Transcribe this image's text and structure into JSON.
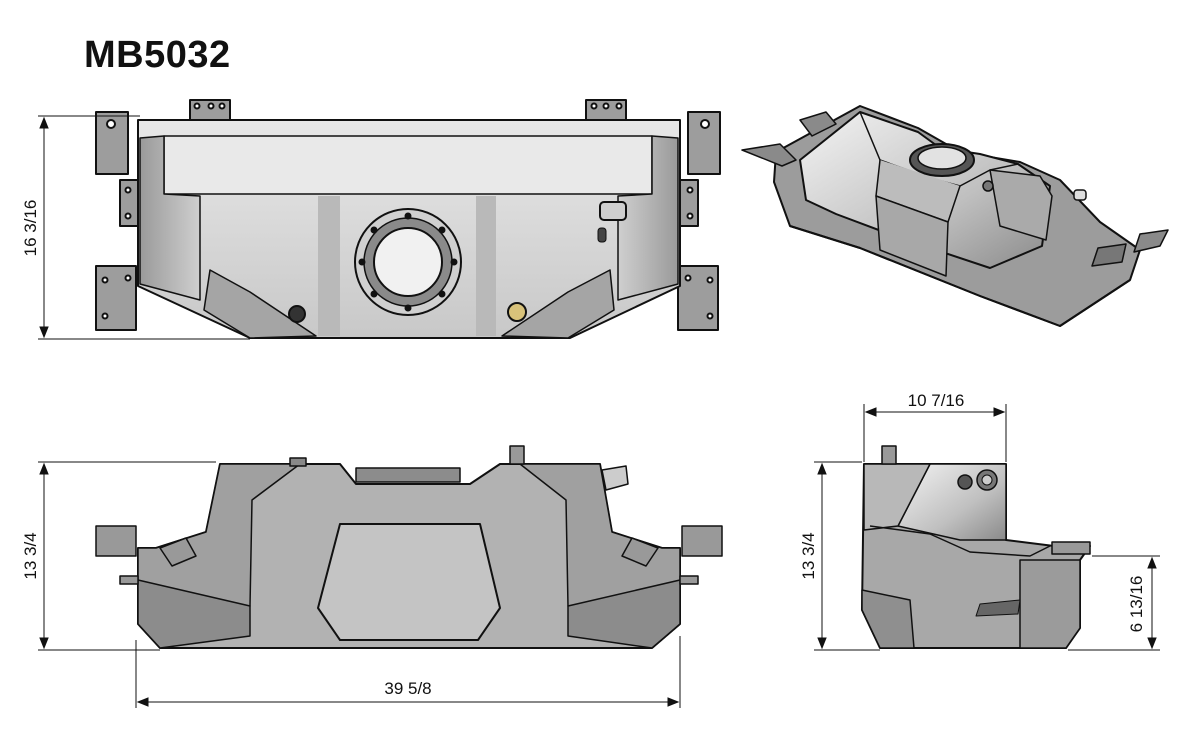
{
  "part_number": "MB5032",
  "dimensions": {
    "top_view_height": "16 3/16",
    "front_view_height": "13 3/4",
    "overall_width": "39 5/8",
    "side_view_depth": "10 7/16",
    "side_view_height": "13 3/4",
    "side_view_step_height": "6 13/16"
  },
  "colors": {
    "steel_light": "#dcdcdc",
    "steel_mid": "#b4b4b4",
    "steel_dark": "#8c8c8c",
    "outline": "#111111",
    "brass": "#d8c27a"
  }
}
